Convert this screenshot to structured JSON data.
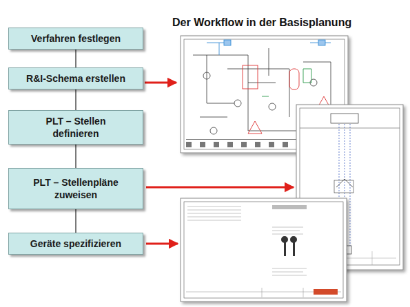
{
  "diagram": {
    "title": "Der Workflow in der Basisplanung",
    "nodes": [
      {
        "text": [
          "Verfahren festlegen"
        ]
      },
      {
        "text": [
          "R&I-Schema erstellen"
        ]
      },
      {
        "text": [
          "PLT – Stellen definieren"
        ]
      },
      {
        "text": [
          "PLT – Stellenpläne zuweisen"
        ]
      },
      {
        "text": [
          "Geräte spezifizieren"
        ]
      }
    ],
    "edges": [
      {
        "from": 0,
        "to": 1,
        "arrow": "none"
      },
      {
        "from": 1,
        "to": 2,
        "arrow": "none"
      },
      {
        "from": 2,
        "to": 3,
        "arrow": "none"
      },
      {
        "from": 3,
        "to": 4,
        "arrow": "none"
      }
    ]
  }
}
